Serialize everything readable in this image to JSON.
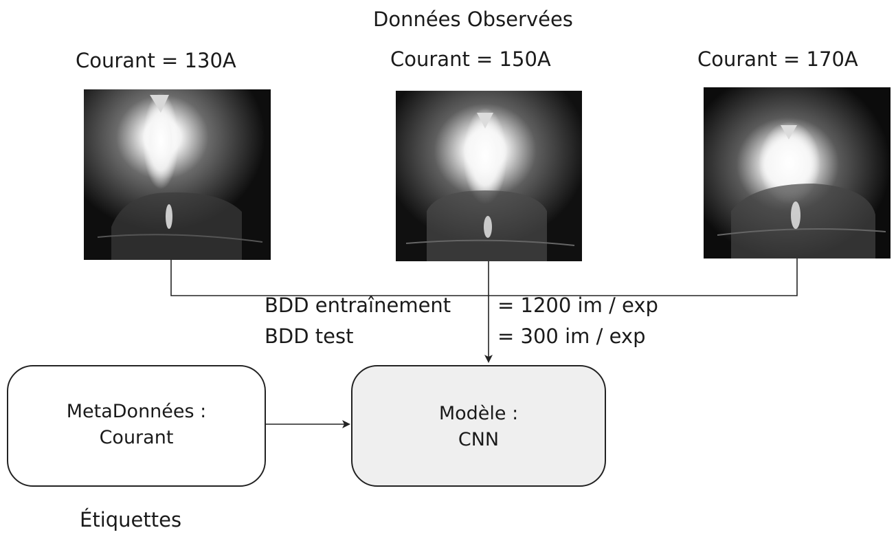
{
  "title": "Données Observées",
  "observations": [
    {
      "caption": "Courant = 130A"
    },
    {
      "caption": "Courant = 150A"
    },
    {
      "caption": "Courant = 170A"
    }
  ],
  "database": {
    "train_label": "BDD entraînement",
    "train_value": "= 1200 im / exp",
    "test_label": "BDD test",
    "test_value": "= 300 im / exp"
  },
  "metadata_box": {
    "line1": "MetaDonnées :",
    "line2": "Courant"
  },
  "model_box": {
    "line1": "Modèle :",
    "line2": "CNN"
  },
  "labels_caption": "Étiquettes",
  "colors": {
    "line": "#222222",
    "model_fill": "#efefef",
    "photo_background": "#0b0b0b"
  }
}
